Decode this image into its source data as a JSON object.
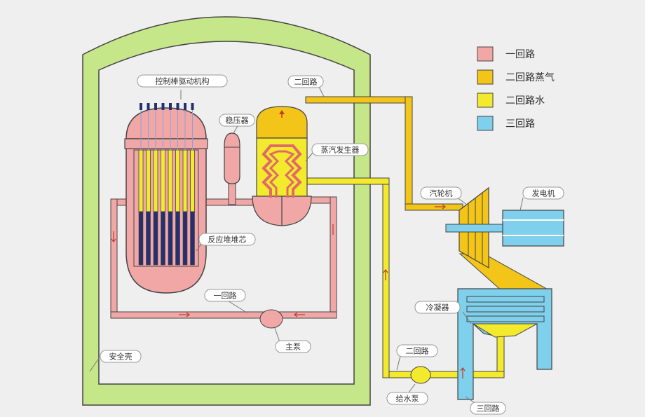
{
  "colors": {
    "primary_loop": "#f2a7a7",
    "secondary_steam": "#f2c518",
    "secondary_water": "#f3ea2e",
    "tertiary_loop": "#7fd0ec",
    "containment": "#c6e68a",
    "outline": "#444444",
    "fuel_rod": "#24306f"
  },
  "legend": [
    {
      "label": "一回路",
      "color_key": "primary_loop"
    },
    {
      "label": "二回路蒸气",
      "color_key": "secondary_steam"
    },
    {
      "label": "二回路水",
      "color_key": "secondary_water"
    },
    {
      "label": "三回路",
      "color_key": "tertiary_loop"
    }
  ],
  "labels": {
    "control_rod_drive": "控制棒驱动机构",
    "pressurizer": "稳压器",
    "secondary_top": "二回路",
    "steam_generator": "蒸汽发生器",
    "turbine": "汽轮机",
    "generator": "发电机",
    "reactor_core": "反应堆堆芯",
    "primary_loop": "一回路",
    "main_pump": "主泵",
    "condenser": "冷凝器",
    "secondary_bottom": "二回路",
    "feed_pump": "给水泵",
    "tertiary_loop": "三回路",
    "containment": "安全壳"
  }
}
